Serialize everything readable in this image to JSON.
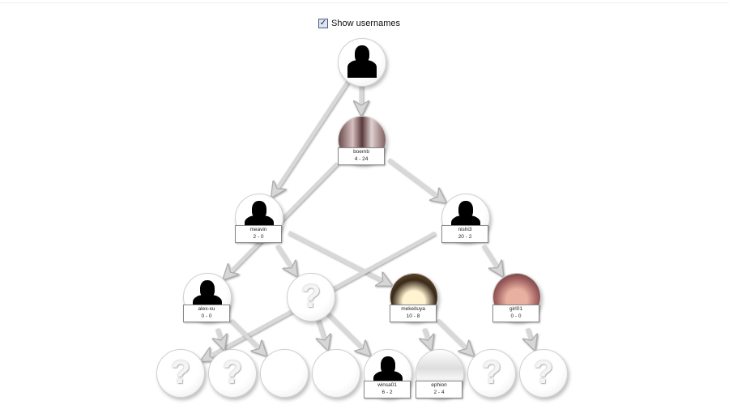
{
  "toggle": {
    "label": "Show usernames",
    "checked": true
  },
  "nodes": [
    {
      "id": "root",
      "type": "silhouette"
    },
    {
      "id": "n1",
      "type": "photo",
      "photo": "group",
      "name": "boemb",
      "score": "4 - 24"
    },
    {
      "id": "n2",
      "type": "silhouette",
      "name": "meavin",
      "score": "2 - 0"
    },
    {
      "id": "n3",
      "type": "silhouette",
      "name": "nishi3",
      "score": "20 - 2"
    },
    {
      "id": "n4",
      "type": "silhouette",
      "name": "alex-xu",
      "score": "0 - 0"
    },
    {
      "id": "n5",
      "type": "unknown"
    },
    {
      "id": "n6",
      "type": "photo",
      "photo": "cartoon",
      "name": "mekeituya",
      "score": "10 - 8"
    },
    {
      "id": "n7",
      "type": "photo",
      "photo": "face",
      "name": "girl01",
      "score": "0 - 0"
    },
    {
      "id": "n8",
      "type": "unknown"
    },
    {
      "id": "n9",
      "type": "unknown"
    },
    {
      "id": "n10",
      "type": "empty"
    },
    {
      "id": "n11",
      "type": "empty"
    },
    {
      "id": "n12",
      "type": "silhouette",
      "name": "winsa01",
      "score": "6 - 2"
    },
    {
      "id": "n13",
      "type": "photo",
      "photo": "eyes",
      "name": "ephion",
      "score": "2 - 4"
    },
    {
      "id": "n14",
      "type": "unknown"
    },
    {
      "id": "n15",
      "type": "unknown"
    }
  ],
  "unknown_glyph": "?"
}
